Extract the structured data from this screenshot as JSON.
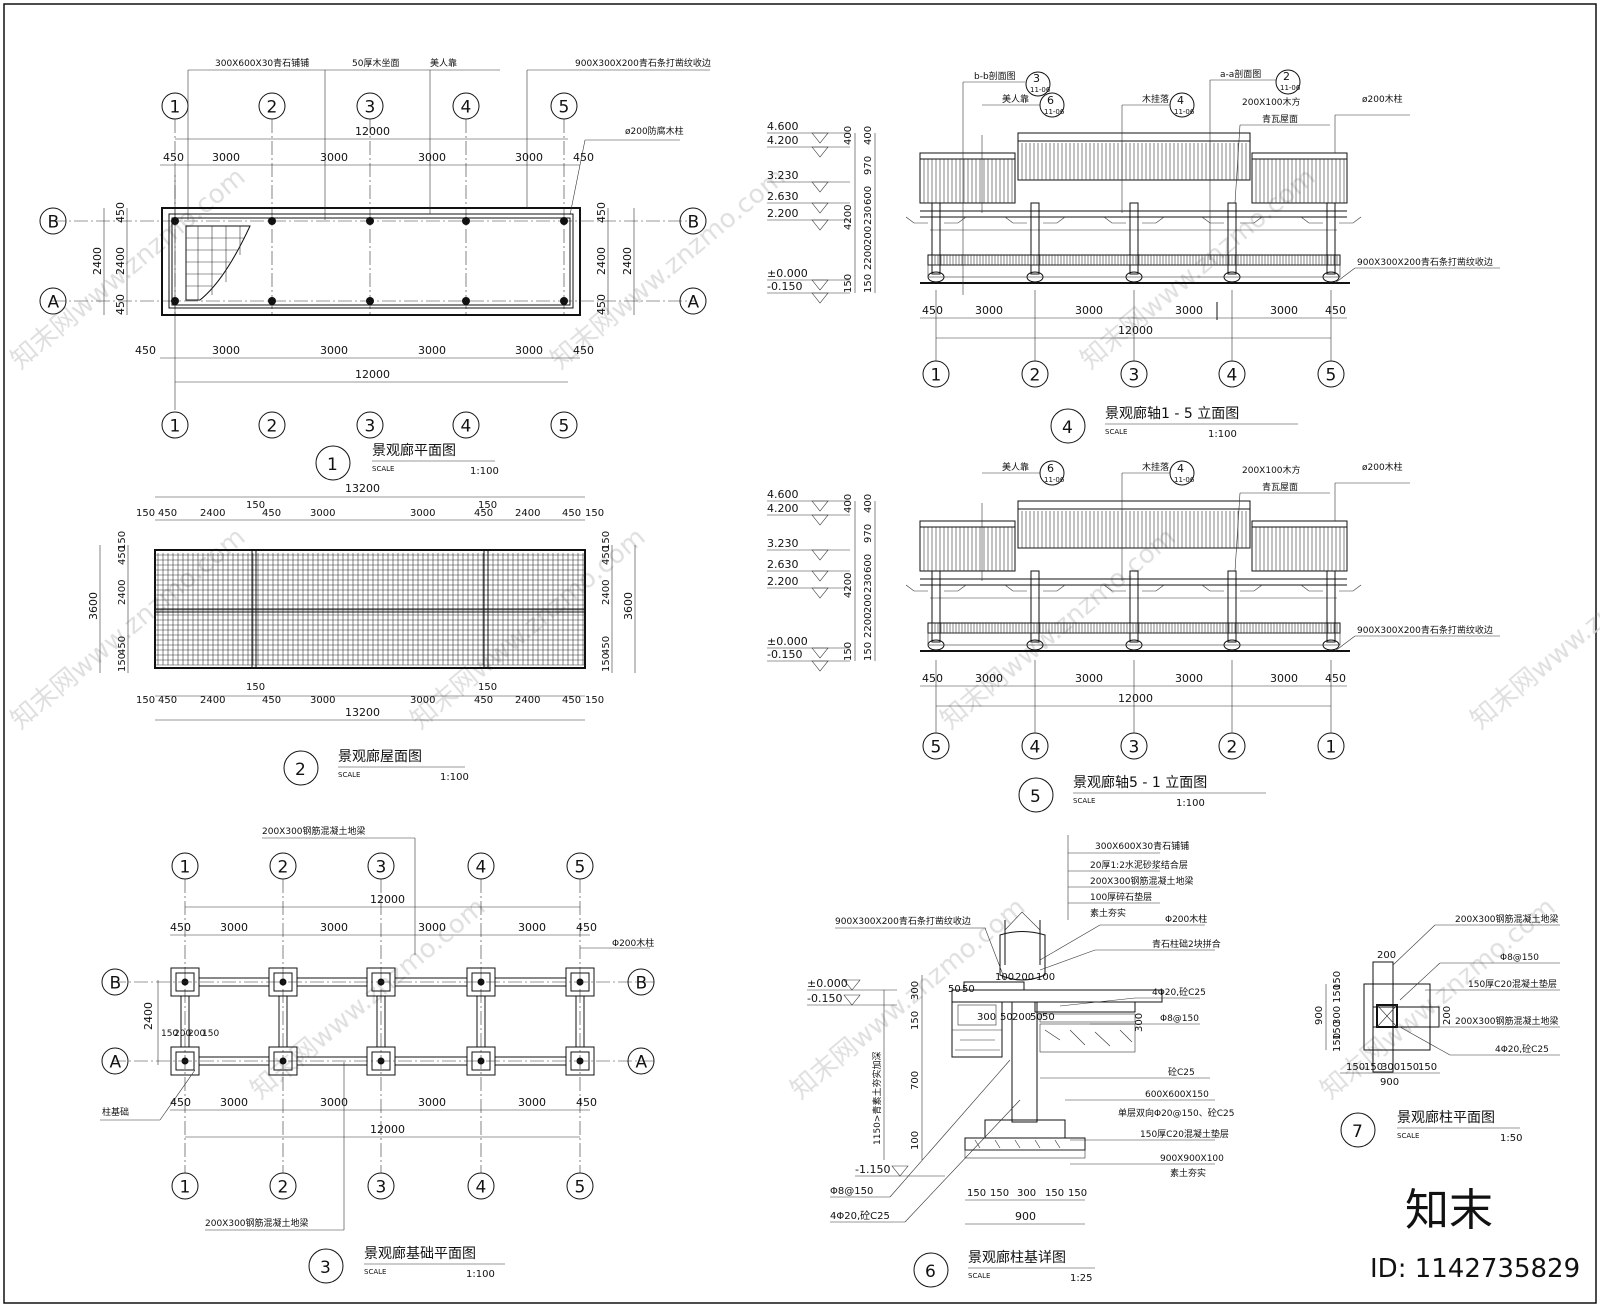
{
  "watermark": {
    "text": "知末网www.znzmo.com",
    "brand": "知末",
    "id_label": "ID: 1142735829"
  },
  "axes": {
    "numbers": [
      "1",
      "2",
      "3",
      "4",
      "5"
    ],
    "letters": [
      "A",
      "B"
    ]
  },
  "common": {
    "scale_label": "SCALE"
  },
  "view1": {
    "num": "1",
    "title": "景观廊平面图",
    "scale": "1:100",
    "top_labels": [
      "300X600X30青石铺铺",
      "50厚木坐面",
      "美人靠",
      "900X300X200青石条打凿纹收边"
    ],
    "col_label": "ø200防腐木柱",
    "dims_overall": "12000",
    "dims_bays": [
      "450",
      "3000",
      "3000",
      "3000",
      "3000",
      "450"
    ],
    "dims_side": [
      "450",
      "2400",
      "450"
    ],
    "dim_2400": "2400"
  },
  "view2": {
    "num": "2",
    "title": "景观廊屋面图",
    "scale": "1:100",
    "dims_overall": "13200",
    "dims_bays": [
      "150",
      "450",
      "2400",
      "150",
      "450",
      "3000",
      "3000",
      "150",
      "450",
      "2400",
      "450",
      "150"
    ],
    "dims_side": [
      "150",
      "450",
      "2400",
      "450",
      "150"
    ],
    "dim_3600": "3600"
  },
  "view3": {
    "num": "3",
    "title": "景观廊基础平面图",
    "scale": "1:100",
    "beam_label": "200X300钢筋混凝土地梁",
    "col_label": "Φ200木柱",
    "base_label": "柱基础",
    "dims_overall": "12000",
    "dims_bays": [
      "450",
      "3000",
      "3000",
      "3000",
      "3000",
      "450"
    ],
    "dim_2400": "2400",
    "dims_small": [
      "150",
      "200",
      "200",
      "150"
    ]
  },
  "view4": {
    "num": "4",
    "title": "景观廊轴1 - 5 立面图",
    "scale": "1:100",
    "section_labels": [
      "b-b剖面图",
      "a-a剖面图"
    ],
    "section_nums": [
      "3",
      "2"
    ],
    "sheet_ref": "11-06",
    "callouts": [
      "美人靠",
      "木挂落",
      "200X100木方",
      "青瓦屋面",
      "ø200木柱"
    ],
    "callout_nums": [
      "6",
      "4"
    ],
    "levels": [
      "4.600",
      "4.200",
      "3.230",
      "2.630",
      "2.200",
      "±0.000",
      "-0.150"
    ],
    "vdims": [
      "400",
      "400",
      "970",
      "600",
      "4200",
      "230",
      "200",
      "2200",
      "150",
      "150"
    ],
    "base_label": "900X300X200青石条打凿纹收边",
    "dims_overall": "12000",
    "dims_bays": [
      "450",
      "3000",
      "3000",
      "3000",
      "3000",
      "450"
    ]
  },
  "view5": {
    "num": "5",
    "title": "景观廊轴5 - 1 立面图",
    "scale": "1:100",
    "callouts": [
      "美人靠",
      "木挂落",
      "200X100木方",
      "青瓦屋面",
      "ø200木柱"
    ],
    "callout_nums": [
      "6",
      "4"
    ],
    "sheet_ref": "11-06",
    "levels": [
      "4.600",
      "4.200",
      "3.230",
      "2.630",
      "2.200",
      "±0.000",
      "-0.150"
    ],
    "vdims": [
      "400",
      "400",
      "970",
      "600",
      "4200",
      "230",
      "200",
      "2200",
      "150",
      "150"
    ],
    "base_label": "900X300X200青石条打凿纹收边",
    "dims_overall": "12000",
    "dims_bays": [
      "450",
      "3000",
      "3000",
      "3000",
      "3000",
      "450"
    ],
    "axis_order": [
      "5",
      "4",
      "3",
      "2",
      "1"
    ]
  },
  "view6": {
    "num": "6",
    "title": "景观廊柱基详图",
    "scale": "1:25",
    "layers": [
      "300X600X30青石铺铺",
      "20厚1:2水泥砂浆结合层",
      "200X300钢筋混凝土地梁",
      "100厚碎石垫层",
      "素土夯实"
    ],
    "labels_right": [
      "Φ200木柱",
      "青石柱础2块拼合",
      "4Φ20,砼C25",
      "Φ8@150",
      "砼C25",
      "600X600X150",
      "单层双向Φ20@150、砼C25",
      "150厚C20混凝土垫层",
      "900X900X100",
      "素土夯实"
    ],
    "label_left": "900X300X200青石条打凿纹收边",
    "labels_bottom": [
      "Φ8@150",
      "4Φ20,砼C25"
    ],
    "levels": [
      "±0.000",
      "-0.150",
      "-1.150"
    ],
    "vertical_note": "1150>青素土夯实加深",
    "vdims": [
      "300",
      "150",
      "300",
      "700",
      "100"
    ],
    "small_dims": [
      "50",
      "50",
      "100",
      "200",
      "100",
      "300",
      "50",
      "200",
      "50",
      "50"
    ],
    "bottom_dims": [
      "150",
      "150",
      "300",
      "150",
      "150"
    ],
    "bottom_total": "900"
  },
  "view7": {
    "num": "7",
    "title": "景观廊柱平面图",
    "scale": "1:50",
    "labels": [
      "200X300钢筋混凝土地梁",
      "Φ8@150",
      "150厚C20混凝土垫层",
      "200X300钢筋混凝土地梁",
      "4Φ20,砼C25"
    ],
    "dims_top": "200",
    "dims_left": [
      "150",
      "150",
      "300",
      "150",
      "150"
    ],
    "dim_900": "900",
    "dims_bottom": [
      "150",
      "150",
      "300",
      "150",
      "150"
    ],
    "dim_200": "200"
  }
}
